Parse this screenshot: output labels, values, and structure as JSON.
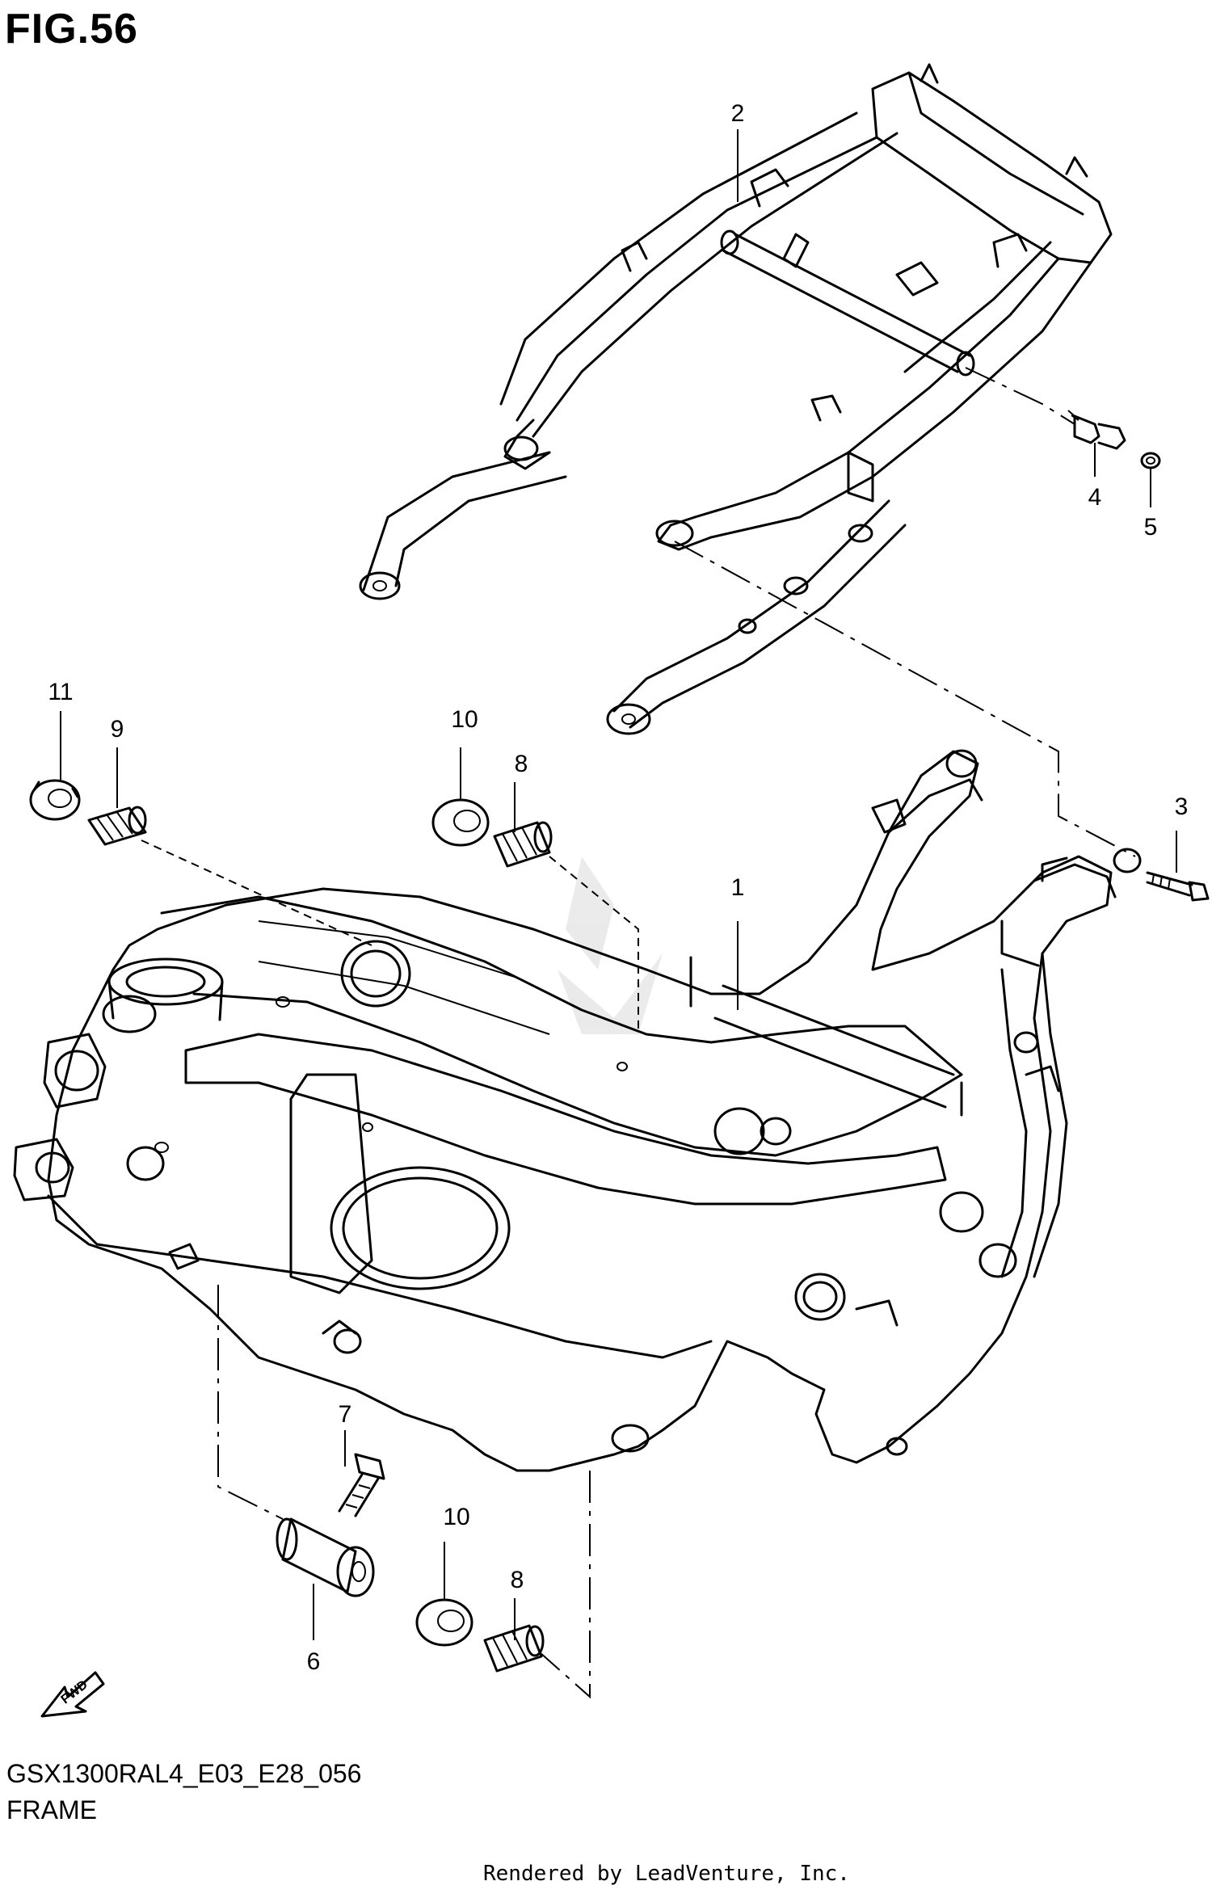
{
  "figure": {
    "title": "FIG.56",
    "code": "GSX1300RAL4_E03_E28_056",
    "caption": "FRAME",
    "credit": "Rendered by LeadVenture, Inc.",
    "fwd_label": "FWD"
  },
  "callouts": [
    {
      "id": "1",
      "label": "1"
    },
    {
      "id": "2",
      "label": "2"
    },
    {
      "id": "3",
      "label": "3"
    },
    {
      "id": "4",
      "label": "4"
    },
    {
      "id": "5",
      "label": "5"
    },
    {
      "id": "6",
      "label": "6"
    },
    {
      "id": "7",
      "label": "7"
    },
    {
      "id": "8a",
      "label": "8"
    },
    {
      "id": "8b",
      "label": "8"
    },
    {
      "id": "9",
      "label": "9"
    },
    {
      "id": "10a",
      "label": "10"
    },
    {
      "id": "10b",
      "label": "10"
    },
    {
      "id": "11",
      "label": "11"
    }
  ]
}
